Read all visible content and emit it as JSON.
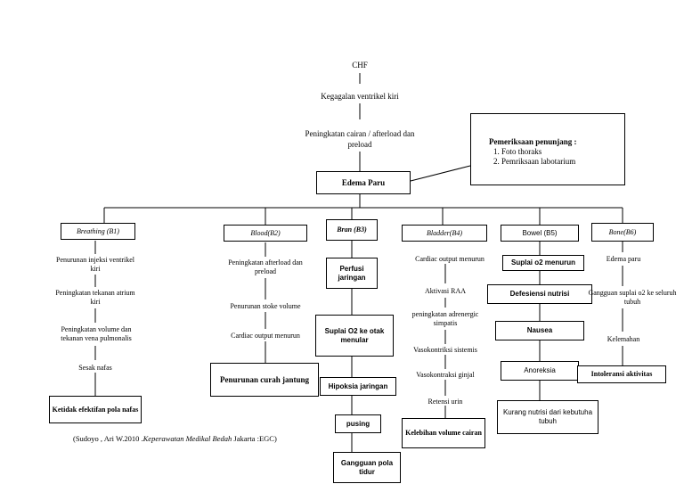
{
  "diagram": {
    "root": "CHF",
    "chain": [
      "Kegagalan ventrikel kiri",
      "Peningkatan cairan / afterload dan preload"
    ],
    "center": "Edema Paru",
    "exam": {
      "title": "Pemeriksaan penunjang :",
      "items": [
        "Foto thoraks",
        "Pemriksaan labotarium"
      ]
    },
    "branches": [
      {
        "label": "Breathing (B1)",
        "nodes": [
          "Penurunan injeksi ventrikel kiri",
          "Peningkatan tekanan atrium kiri",
          "Peningkatan volume dan tekanan vena pulmonalis",
          "Sesak nafas"
        ],
        "final": "Ketidak efektifan pola nafas"
      },
      {
        "label": "Blood(B2)",
        "nodes": [
          "Peningkatan afterload dan preload",
          "Penurunan stoke volume",
          "Cardiac output menurun"
        ],
        "final": "Penurunan curah jantung"
      },
      {
        "label": "Bran (B3)",
        "nodes": [
          "Perfusi jaringan",
          "Suplai O2 ke otak menular",
          "Hipoksia jaringan",
          "pusing"
        ],
        "final": "Gangguan pola tidur"
      },
      {
        "label": "Bladder(B4)",
        "nodes": [
          "Cardiac output menurun",
          "Aktivasi RAA",
          "peningkatan adrenergic simpatis",
          "Vasokontriksi sistemis",
          "Vasokontraksi ginjal",
          "Retensi urin"
        ],
        "final": "Kelebihan volume cairan"
      },
      {
        "label": "Bowel (B5)",
        "nodes": [
          "Suplai o2 menurun",
          "Defesiensi nutrisi",
          "Nausea",
          "Anoreksia"
        ],
        "final": "Kurang nutrisi dari kebutuha tubuh"
      },
      {
        "label": "Bone(B6)",
        "nodes": [
          "Edema paru",
          "Gangguan suplai o2 ke seluruh tubuh",
          "Kelemahan"
        ],
        "final": "Intoleransi aktivitas"
      }
    ],
    "citation": {
      "prefix": "(Sudoyo , Ari W.2010 .",
      "title": "Keperawatan Medikal Bedah",
      "suffix": " Jakarta :EGC)"
    }
  }
}
